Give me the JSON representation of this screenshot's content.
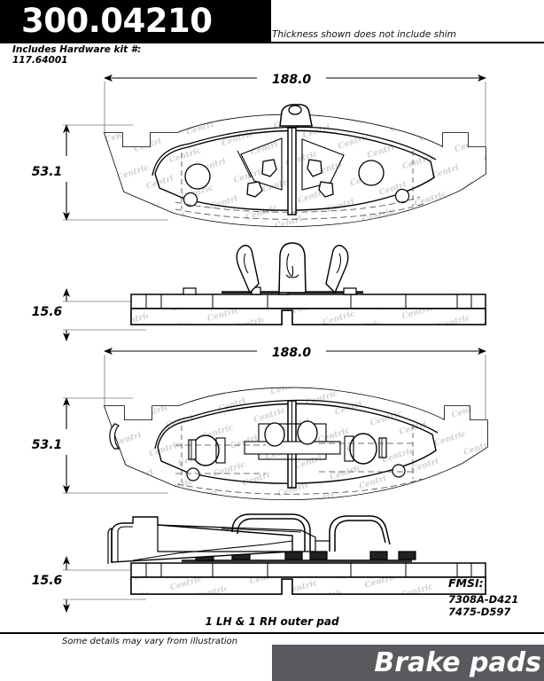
{
  "header": {
    "part_number": "300.04210",
    "shim_note": "Thickness shown does not include shim",
    "hardware_kit_label": "Includes Hardware kit #:",
    "hardware_kit_number": "117.64001"
  },
  "footer": {
    "disclaimer": "Some details may vary from illustration",
    "brand_label": "Brake pads",
    "brand_box_color": "#595a5e"
  },
  "drawing": {
    "watermark_text": "Centric",
    "caption": "1 LH & 1 RH outer pad",
    "fmsi_label": "FMSI:",
    "fmsi_codes": [
      "7308A-D421",
      "7475-D597"
    ],
    "views": [
      {
        "name": "inner-pad-face-view",
        "width_dim": "188.0",
        "height_dim": "53.1"
      },
      {
        "name": "inner-pad-edge-view",
        "thickness_dim": "15.6"
      },
      {
        "name": "outer-pad-face-view",
        "width_dim": "188.0",
        "height_dim": "53.1"
      },
      {
        "name": "outer-pad-edge-view",
        "thickness_dim": "15.6"
      }
    ],
    "dimensions": {
      "width_top": "188.0",
      "height_top": "53.1",
      "thickness_top": "15.6",
      "width_bottom": "188.0",
      "height_bottom": "53.1",
      "thickness_bottom": "15.6"
    }
  }
}
